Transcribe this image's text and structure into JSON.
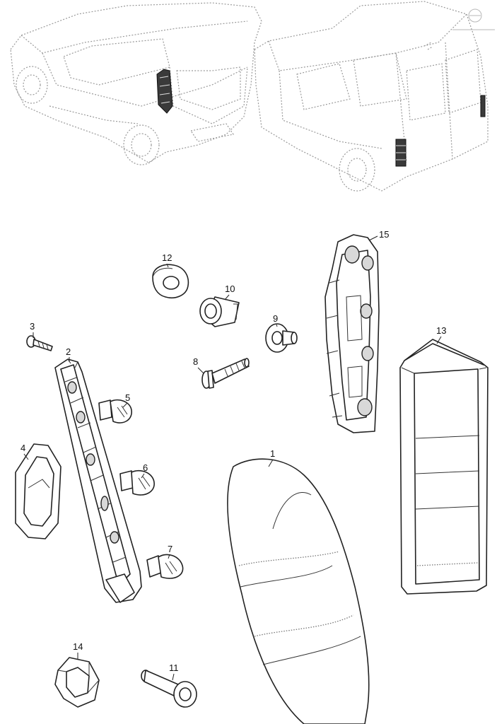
{
  "diagram": {
    "watermark_icon": "brand-logo-icon",
    "parts": [
      {
        "id": "part-1",
        "number": "1"
      },
      {
        "id": "part-2",
        "number": "2"
      },
      {
        "id": "part-3",
        "number": "3"
      },
      {
        "id": "part-4",
        "number": "4"
      },
      {
        "id": "part-5",
        "number": "5"
      },
      {
        "id": "part-6",
        "number": "6"
      },
      {
        "id": "part-7",
        "number": "7"
      },
      {
        "id": "part-8",
        "number": "8"
      },
      {
        "id": "part-9",
        "number": "9"
      },
      {
        "id": "part-10",
        "number": "10"
      },
      {
        "id": "part-11",
        "number": "11"
      },
      {
        "id": "part-12",
        "number": "12"
      },
      {
        "id": "part-13",
        "number": "13"
      },
      {
        "id": "part-14",
        "number": "14"
      },
      {
        "id": "part-15",
        "number": "15"
      }
    ]
  }
}
